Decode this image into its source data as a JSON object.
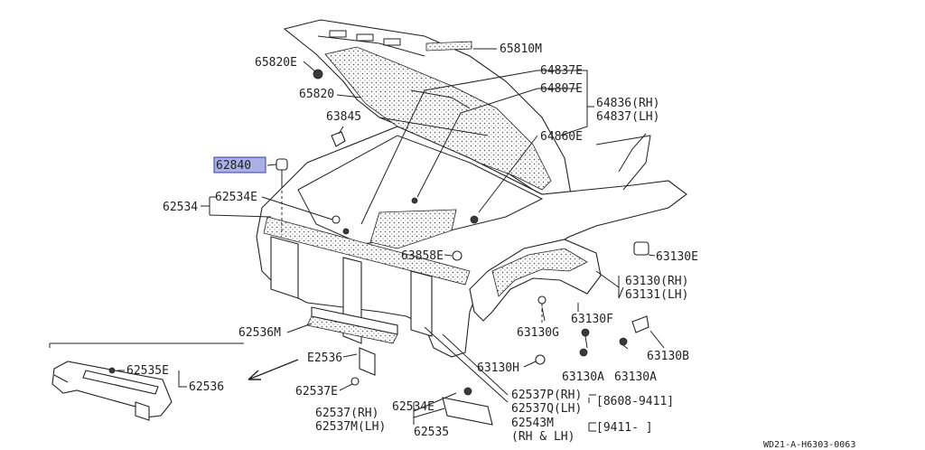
{
  "diagram": {
    "footer_code": "WD21-A-H6303-0063",
    "highlighted_part": "62840",
    "highlight_color": "#aab0e6",
    "labels": [
      {
        "id": "65810M",
        "text": "65810M"
      },
      {
        "id": "65820E",
        "text": "65820E"
      },
      {
        "id": "65820",
        "text": "65820"
      },
      {
        "id": "64837E",
        "text": "64837E"
      },
      {
        "id": "64807E",
        "text": "64807E"
      },
      {
        "id": "64836RH",
        "text": "64836(RH)"
      },
      {
        "id": "64837LH",
        "text": "64837(LH)"
      },
      {
        "id": "63845",
        "text": "63845"
      },
      {
        "id": "64860E",
        "text": "64860E"
      },
      {
        "id": "62840",
        "text": "62840"
      },
      {
        "id": "62534E_top",
        "text": "62534E"
      },
      {
        "id": "62534",
        "text": "62534"
      },
      {
        "id": "63858E",
        "text": "63858E"
      },
      {
        "id": "63130E",
        "text": "63130E"
      },
      {
        "id": "63130RH",
        "text": "63130(RH)"
      },
      {
        "id": "63131LH",
        "text": "63131(LH)"
      },
      {
        "id": "62536M",
        "text": "62536M"
      },
      {
        "id": "63130F",
        "text": "63130F"
      },
      {
        "id": "63130G",
        "text": "63130G"
      },
      {
        "id": "63130B",
        "text": "63130B"
      },
      {
        "id": "62536_main",
        "text": "E2536"
      },
      {
        "id": "62535E",
        "text": "62535E"
      },
      {
        "id": "62536_inset",
        "text": "62536"
      },
      {
        "id": "63130H",
        "text": "63130H"
      },
      {
        "id": "63130A_1",
        "text": "63130A"
      },
      {
        "id": "63130A_2",
        "text": "63130A"
      },
      {
        "id": "62537E",
        "text": "62537E"
      },
      {
        "id": "62537P",
        "text": "62537P(RH)"
      },
      {
        "id": "62537Q",
        "text": "62537Q(LH)"
      },
      {
        "id": "range1",
        "text": "[8608-9411]"
      },
      {
        "id": "62534E_bot",
        "text": "62534E"
      },
      {
        "id": "62537RH",
        "text": "62537(RH)"
      },
      {
        "id": "62537MLH",
        "text": "62537M(LH)"
      },
      {
        "id": "62535",
        "text": "62535"
      },
      {
        "id": "62543M",
        "text": "62543M"
      },
      {
        "id": "rhlh",
        "text": "(RH & LH)"
      },
      {
        "id": "range2",
        "text": "[9411-    ]"
      }
    ]
  }
}
